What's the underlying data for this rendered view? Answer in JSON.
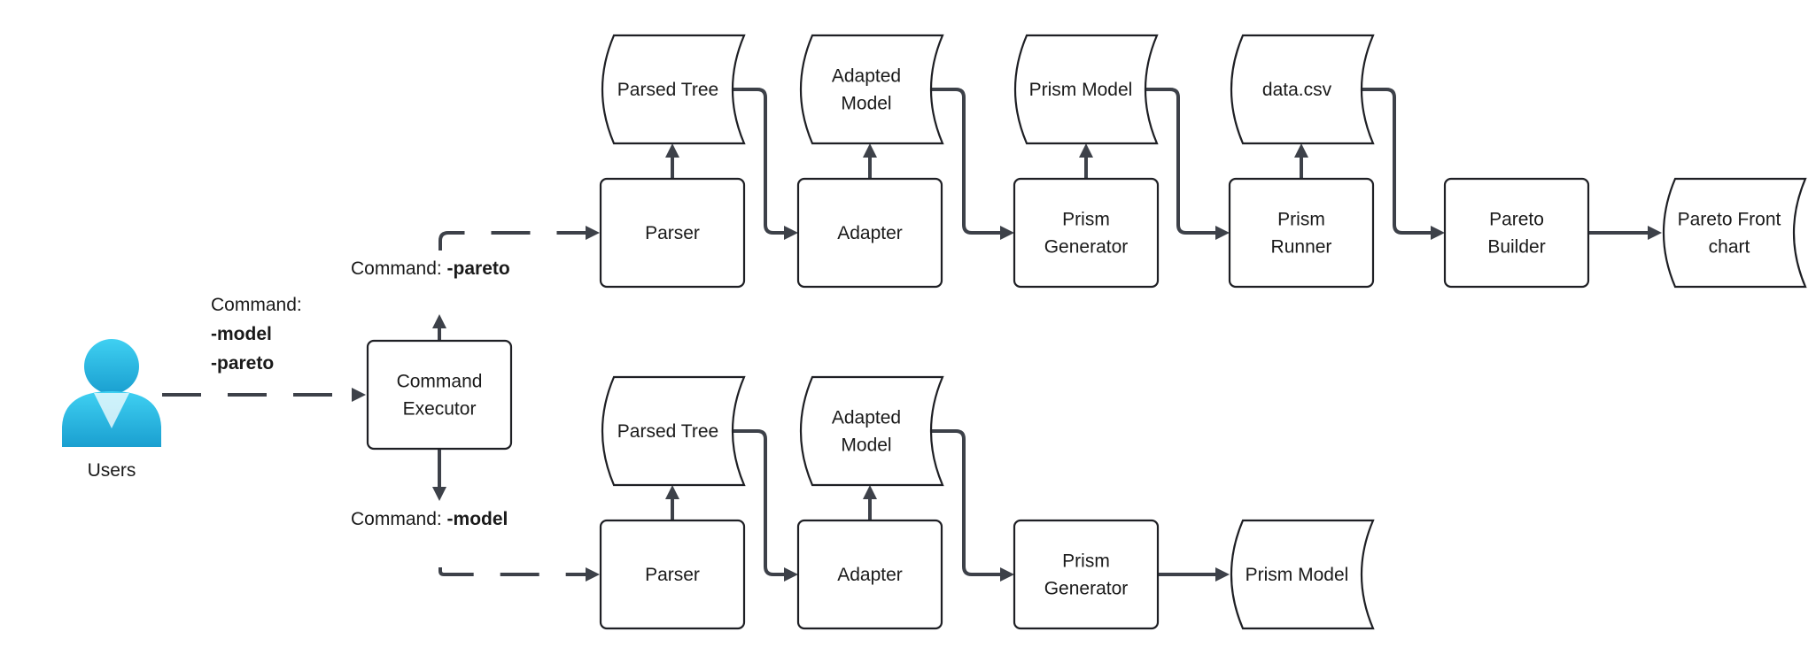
{
  "actor": {
    "label": "Users",
    "icon": "user-icon"
  },
  "colors": {
    "actor_light": "#3fd0f2",
    "actor_dark": "#1a9fd0",
    "line": "#3d4149",
    "border": "#1e1f24"
  },
  "commands": {
    "input": {
      "prefix": "Command:",
      "options": [
        "-model",
        "-pareto"
      ]
    },
    "pareto": {
      "prefix": "Command: ",
      "flag": "-pareto"
    },
    "model": {
      "prefix": "Command: ",
      "flag": "-model"
    }
  },
  "executor": {
    "lines": [
      "Command",
      "Executor"
    ]
  },
  "pareto_flow": {
    "processes": [
      {
        "lines": [
          "Parser"
        ]
      },
      {
        "lines": [
          "Adapter"
        ]
      },
      {
        "lines": [
          "Prism",
          "Generator"
        ]
      },
      {
        "lines": [
          "Prism",
          "Runner"
        ]
      },
      {
        "lines": [
          "Pareto",
          "Builder"
        ]
      }
    ],
    "artifacts": [
      {
        "lines": [
          "Parsed Tree"
        ]
      },
      {
        "lines": [
          "Adapted",
          "Model"
        ]
      },
      {
        "lines": [
          "Prism Model"
        ]
      },
      {
        "lines": [
          "data.csv"
        ]
      }
    ],
    "output": {
      "lines": [
        "Pareto Front",
        "chart"
      ]
    }
  },
  "model_flow": {
    "processes": [
      {
        "lines": [
          "Parser"
        ]
      },
      {
        "lines": [
          "Adapter"
        ]
      },
      {
        "lines": [
          "Prism",
          "Generator"
        ]
      }
    ],
    "artifacts": [
      {
        "lines": [
          "Parsed Tree"
        ]
      },
      {
        "lines": [
          "Adapted",
          "Model"
        ]
      }
    ],
    "output": {
      "lines": [
        "Prism Model"
      ]
    }
  }
}
